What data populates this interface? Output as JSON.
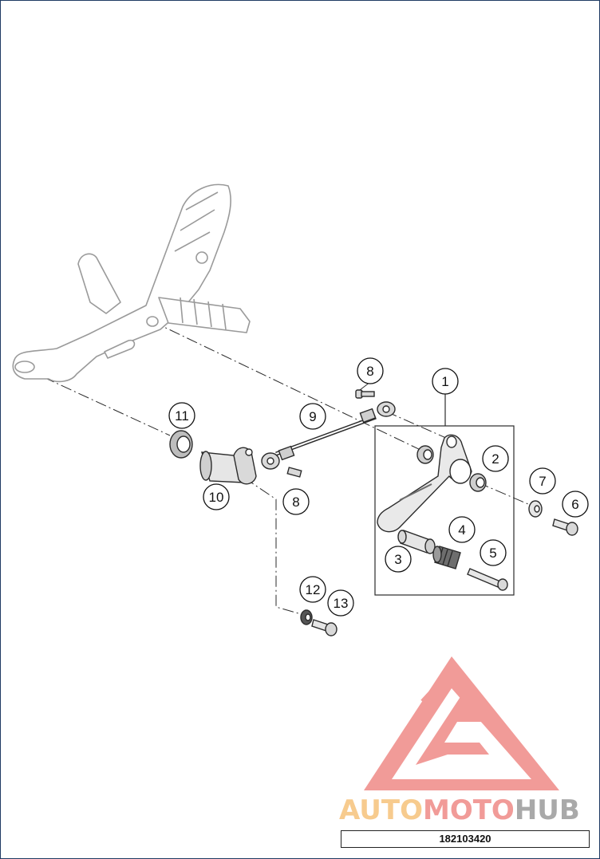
{
  "callouts": [
    "1",
    "2",
    "3",
    "4",
    "5",
    "6",
    "7",
    "8",
    "8",
    "9",
    "10",
    "11",
    "12",
    "13"
  ],
  "watermark": {
    "brand_a": "AUTO",
    "brand_b": "MOTO",
    "brand_c": "HUB"
  },
  "document_number": "182103420",
  "colors": {
    "line": "#2b2b2b",
    "part_gray": "#9a9a9a",
    "logo_red": "#ef8a87",
    "logo_orange": "#f6c27b",
    "logo_gray": "#9b9b9b",
    "frame": "#1f3b63"
  }
}
